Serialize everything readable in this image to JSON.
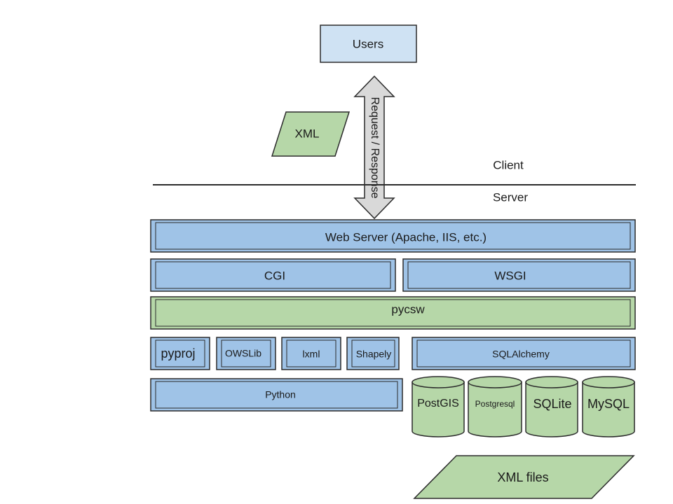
{
  "users": "Users",
  "xml_doc": "XML",
  "arrow_label": "Request / Response",
  "client_label": "Client",
  "server_label": "Server",
  "web_server": "Web Server (Apache, IIS, etc.)",
  "cgi": "CGI",
  "wsgi": "WSGI",
  "pycsw": "pycsw",
  "libraries": [
    "pyproj",
    "OWSLib",
    "lxml",
    "Shapely",
    "SQLAlchemy"
  ],
  "python": "Python",
  "databases": [
    "PostGIS",
    "Postgresql",
    "SQLite",
    "MySQL"
  ],
  "xml_files": "XML files",
  "colors": {
    "blue_fill": "#9fc3e7",
    "blue_light": "#cfe2f3",
    "green_fill": "#b6d7a8",
    "arrow_fill": "#d9d9d9",
    "stroke": "#2b2b2b"
  }
}
